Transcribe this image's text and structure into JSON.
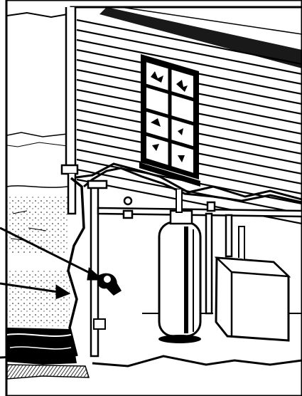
{
  "illustration": {
    "palette": {
      "ink": "#000000",
      "paper": "#ffffff"
    },
    "components": [
      "house-siding",
      "window",
      "downspout",
      "outdoor-faucet",
      "water-heater",
      "washing-machine",
      "water-pipes",
      "basement-wall",
      "soil-layer"
    ],
    "callouts": [
      {
        "name": "callout-arrow-1",
        "label": ""
      },
      {
        "name": "callout-arrow-2",
        "label": ""
      },
      {
        "name": "callout-arrow-3",
        "label": ""
      }
    ]
  }
}
